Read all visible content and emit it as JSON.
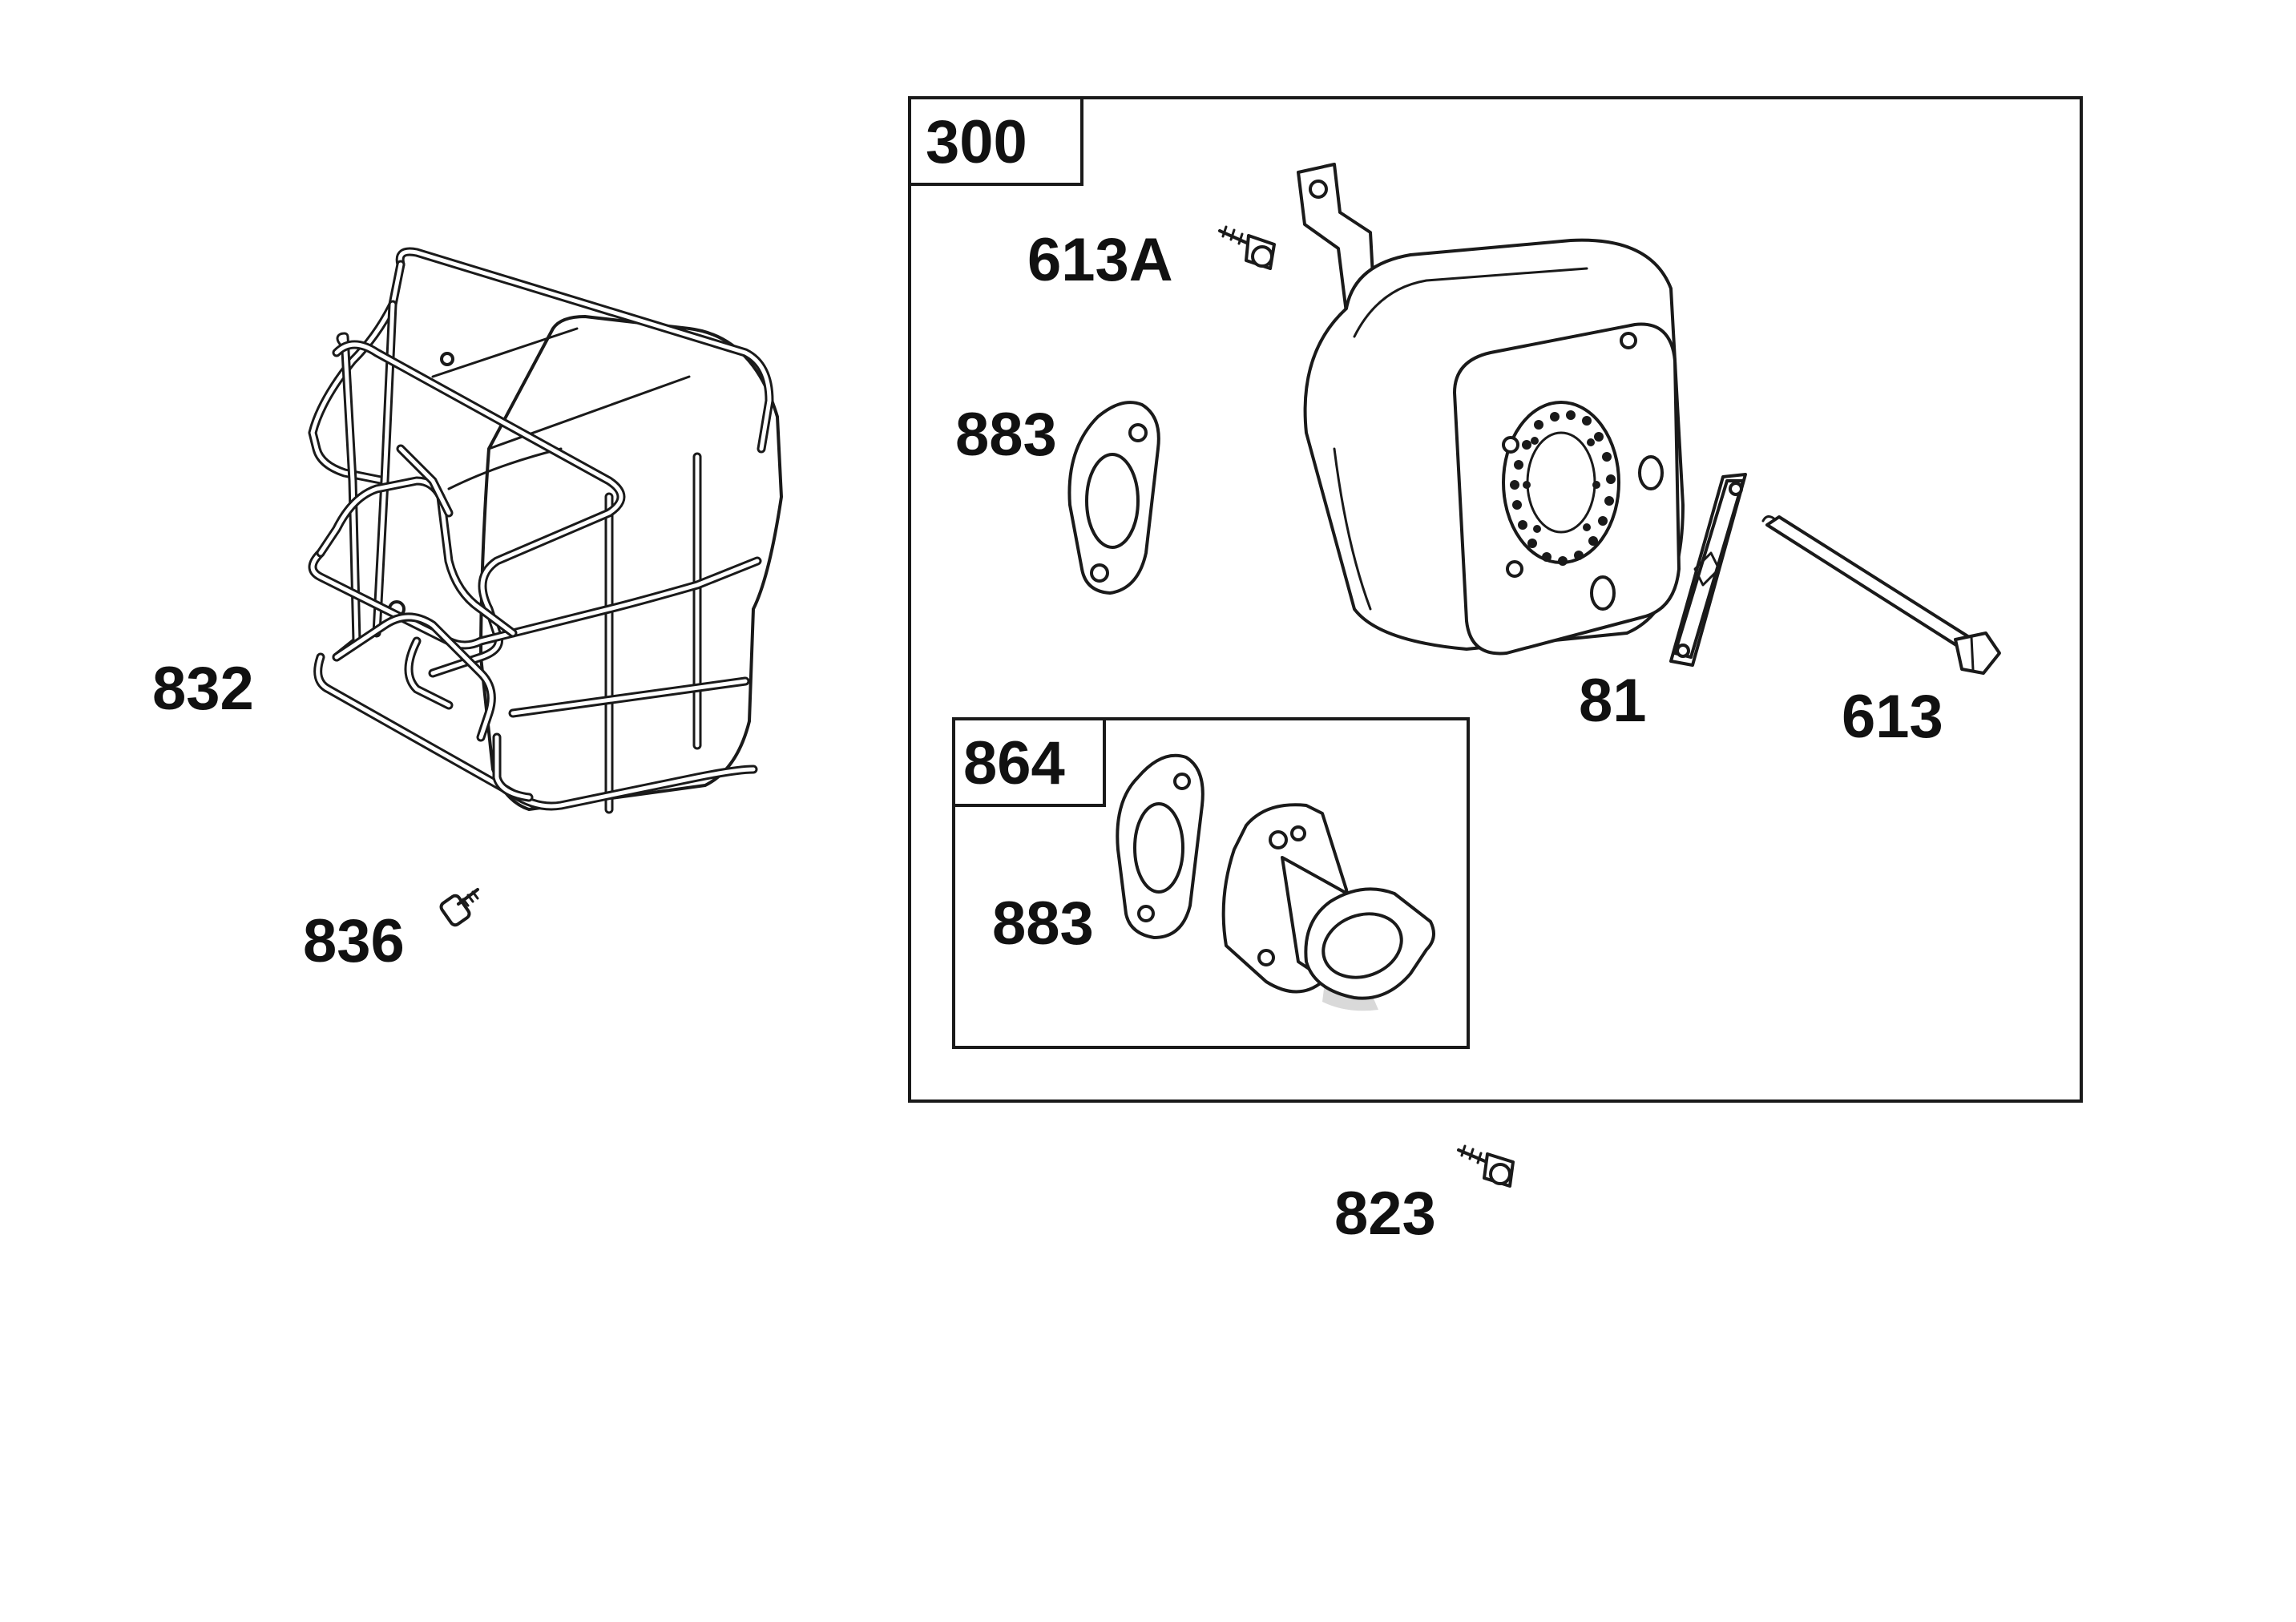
{
  "diagram": {
    "boxes": [
      {
        "id": "300",
        "label": "300"
      },
      {
        "id": "864",
        "label": "864"
      }
    ],
    "callouts": [
      {
        "id": "832",
        "label": "832",
        "part": "muffler guard (wire cage)"
      },
      {
        "id": "836",
        "label": "836",
        "part": "screw"
      },
      {
        "id": "613A",
        "label": "613A",
        "part": "screw"
      },
      {
        "id": "883a",
        "label": "883",
        "part": "gasket"
      },
      {
        "id": "81",
        "label": "81",
        "part": "lock plate"
      },
      {
        "id": "613",
        "label": "613",
        "part": "bolt"
      },
      {
        "id": "883b",
        "label": "883",
        "part": "gasket"
      },
      {
        "id": "823",
        "label": "823",
        "part": "screw"
      }
    ]
  }
}
